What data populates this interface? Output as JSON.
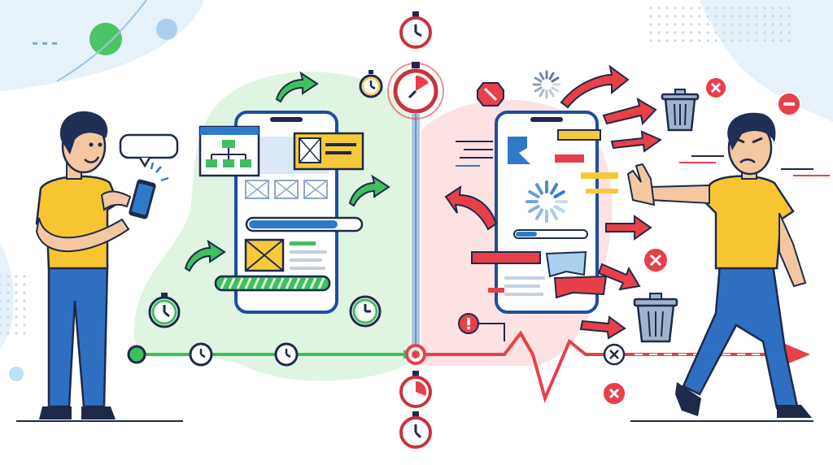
{
  "colors": {
    "outline": "#1e2a4a",
    "good_green": "#3fbf5f",
    "good_bg": "#dff5e1",
    "bad_red": "#e8404a",
    "bad_bg": "#fde2e3",
    "accent_yellow": "#f6c93b",
    "accent_blue": "#2f79c9",
    "shirt": "#f7c531",
    "jeans": "#2f6fc2",
    "hair": "#1f2f55",
    "skin": "#f3c7a0",
    "wire_bg": "#e8eff7",
    "trash": "#9fb4cc"
  },
  "icons": {
    "stopwatch": "stopwatch-icon",
    "clock": "clock-icon",
    "trash": "trash-bin-icon",
    "error": "error-x-icon",
    "warning": "warning-icon",
    "blocked": "blocked-octagon-icon",
    "spinner": "loading-spinner-icon",
    "sitemap": "sitemap-icon",
    "image_placeholder": "image-placeholder-icon",
    "speech_bubble": "speech-bubble-icon",
    "minus": "minus-circle-icon"
  },
  "scene": {
    "left_side": "fast-loading-experience",
    "right_side": "slow-broken-experience",
    "good_progress_fraction": 0.8,
    "bad_progress_fraction": 0.3
  }
}
